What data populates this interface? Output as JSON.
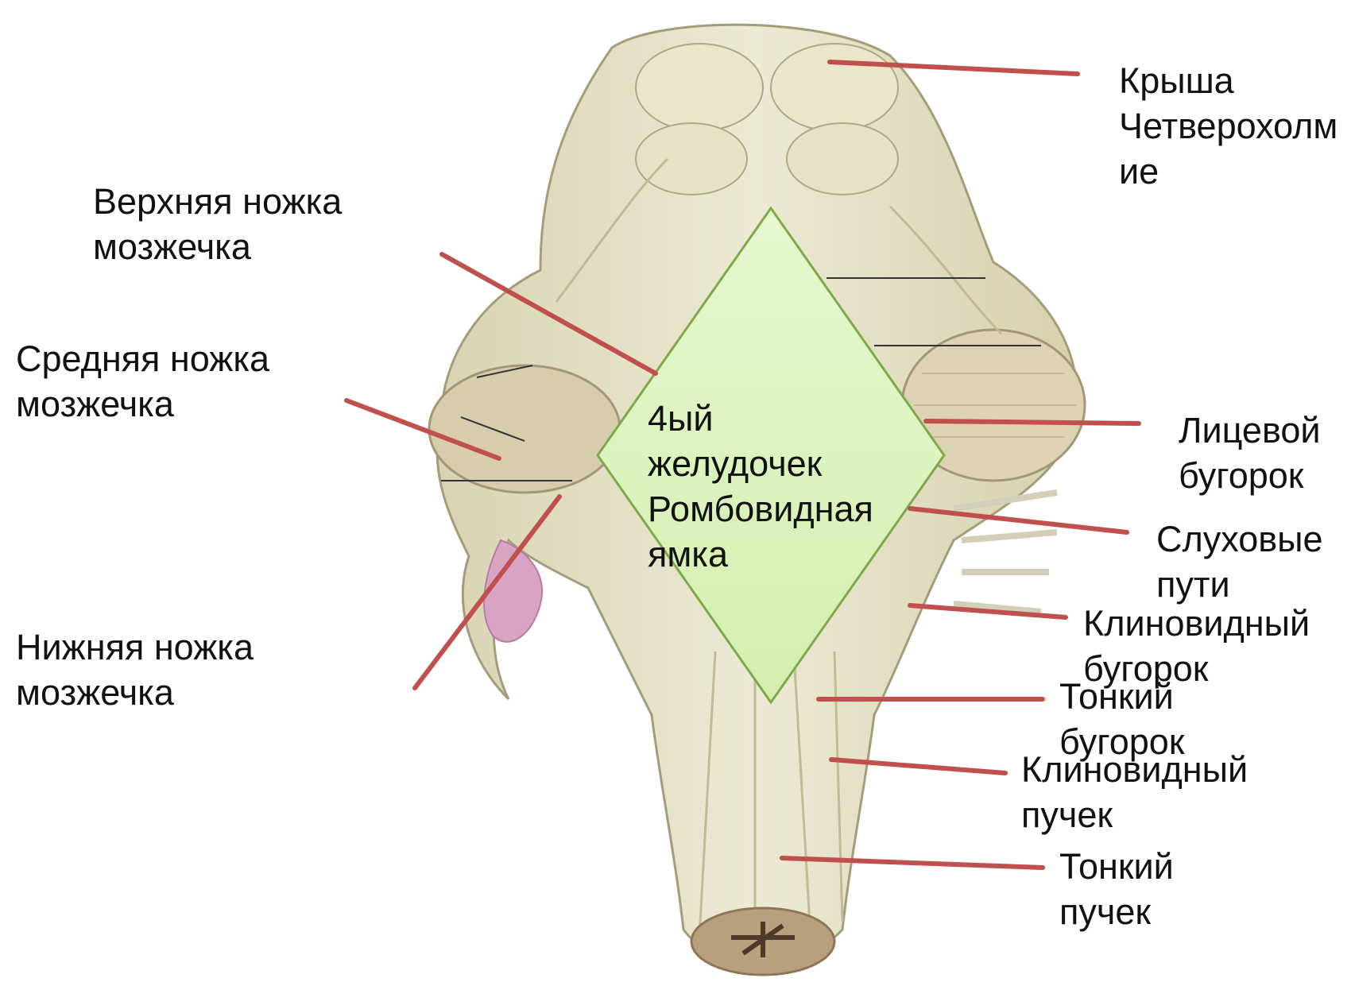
{
  "labels": {
    "roof": "Крыша\nЧетверохолм\nие",
    "sup_peduncle": "Верхняя ножка\nмозжечка",
    "mid_peduncle": "Средняя ножка\nмозжечка",
    "inf_peduncle": "Нижняя ножка\nмозжечка",
    "ventricle": "4ый\nжелудочек\nРомбовидная\nямка",
    "facial": "Лицевой\nбугорок",
    "auditory": "Слуховые\nпути",
    "cuneate_tubercle": "Клиновидный\nбугорок",
    "gracile_tubercle": "Тонкий\nбугорок",
    "cuneate_fasciculus": "Клиновидный\nпучек",
    "gracile_fasciculus": "Тонкий\nпучек"
  },
  "colors": {
    "pointer": "#c0504d",
    "diamond_fill": "#dff5c2",
    "diamond_stroke": "#7fa84a",
    "tissue": "#e4e0c2",
    "tissue_dark": "#b5ad8c",
    "plexus": "#d9a4c4"
  }
}
